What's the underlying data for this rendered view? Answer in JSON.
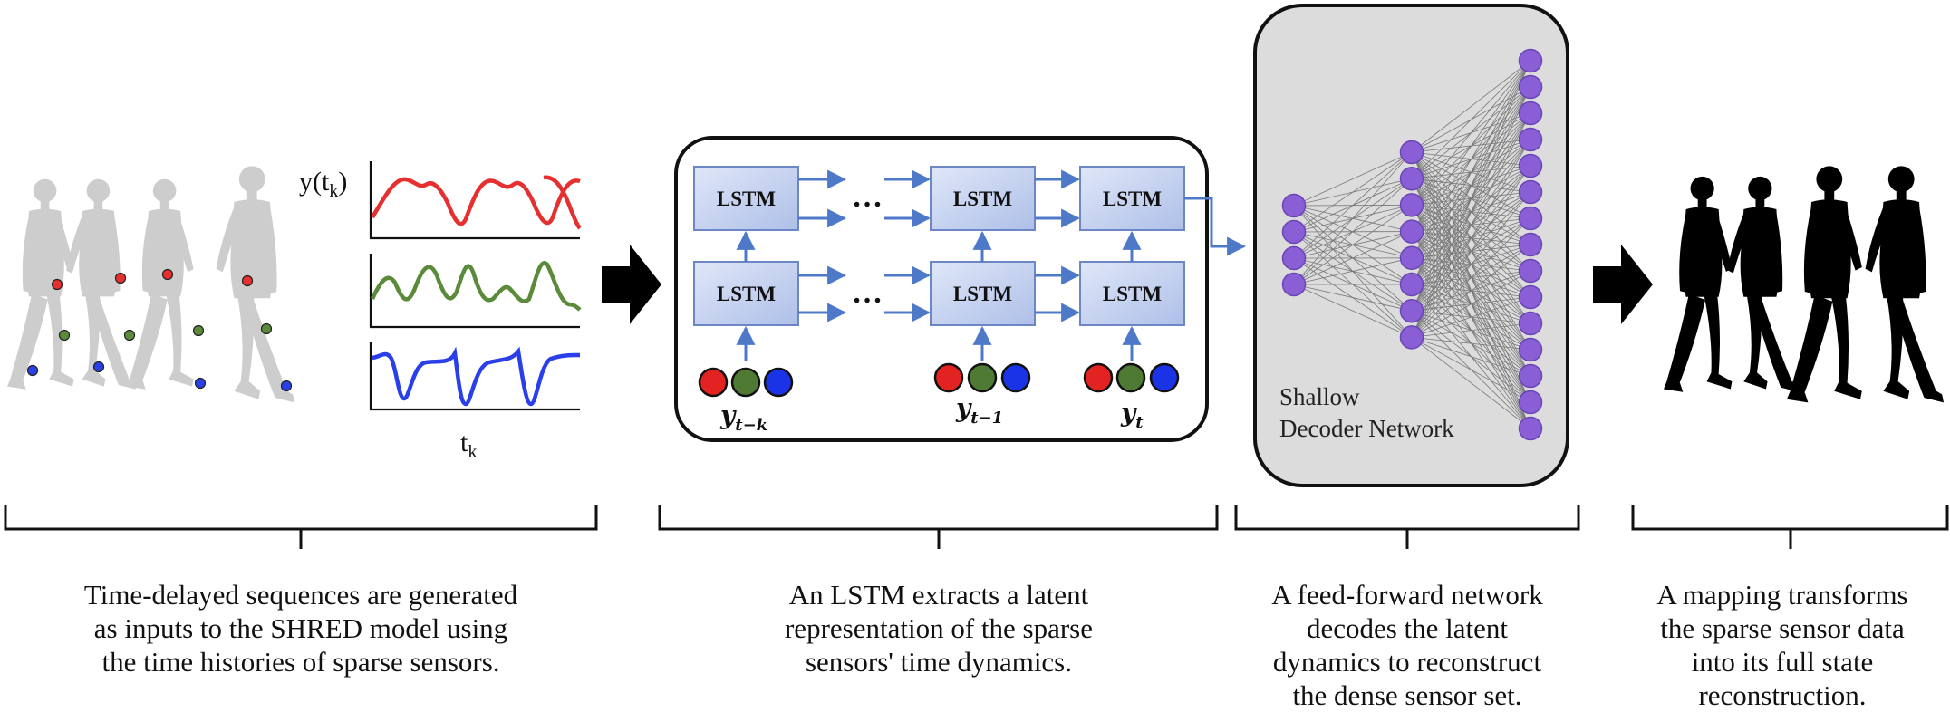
{
  "panel1": {
    "ylabel": "y(t",
    "ylabel_sub": "k",
    "ylabel_close": ")",
    "xlabel": "t",
    "xlabel_sub": "k",
    "signal_colors": [
      "#e63030",
      "#5a8a3a",
      "#2a3fe8"
    ]
  },
  "panel2": {
    "cell_label": "LSTM",
    "dots": "…",
    "input_labels": [
      {
        "base": "y",
        "sub": "t−k"
      },
      {
        "base": "y",
        "sub": "t−1"
      },
      {
        "base": "y",
        "sub": "t"
      }
    ],
    "input_colors": [
      "#e32222",
      "#4f7a34",
      "#1a33e6"
    ]
  },
  "panel3": {
    "title_line1": "Shallow",
    "title_line2": "Decoder Network",
    "node_color": "#8a5fd6",
    "layer_sizes": [
      4,
      8,
      15
    ]
  },
  "captions": {
    "c1": [
      "Time-delayed sequences are generated",
      "as inputs to the SHRED model using",
      "the time histories of sparse sensors."
    ],
    "c2": [
      "An LSTM extracts a latent",
      "representation of the sparse",
      "sensors' time dynamics."
    ],
    "c3": [
      "A feed-forward network",
      "decodes the latent",
      "dynamics to reconstruct",
      "the dense sensor set."
    ],
    "c4": [
      "A mapping transforms",
      "the sparse sensor data",
      "into its full state",
      "reconstruction."
    ]
  },
  "colors": {
    "lstm_fill": "#c9d6f2",
    "arrow": "#4e79c8",
    "walker_gray": "#cdcdcd",
    "walker_black": "#000000"
  }
}
